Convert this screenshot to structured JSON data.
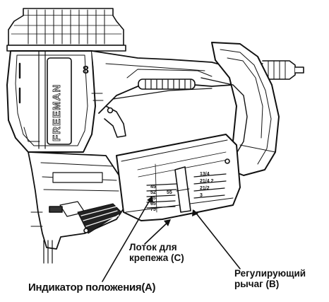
{
  "figure": {
    "brand_text": "FREEMAN",
    "model_number": "8",
    "depth_scale": {
      "left": [
        "45",
        "52",
        "55",
        "65",
        "75"
      ],
      "left_mid": "55",
      "right": [
        "13/4",
        "21/4 2",
        "21/2",
        "3"
      ]
    }
  },
  "labels": {
    "fastener_tray": [
      "Лоток для",
      "крепежа (C)"
    ],
    "adjust_lever": [
      "Регулирующий",
      "рычаг (B)"
    ],
    "position_indicator": "Индикатор положения(A)"
  },
  "colors": {
    "ink": "#111111",
    "background": "#ffffff"
  }
}
